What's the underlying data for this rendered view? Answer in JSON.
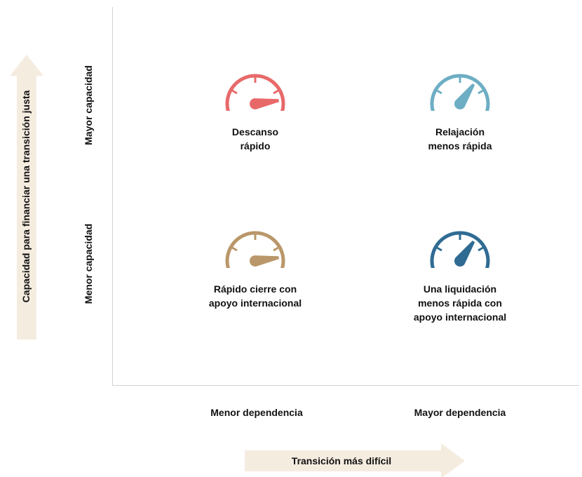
{
  "y_axis": {
    "title": "Capacidad para financiar una transición justa",
    "top_label": "Mayor capacidad",
    "bottom_label": "Menor capacidad"
  },
  "x_axis": {
    "title": "Transición más difícil",
    "left_label": "Menor dependencia",
    "right_label": "Mayor dependencia"
  },
  "arrow_color": "#f5ece0",
  "quadrants": [
    {
      "label": "Descanso\nrápido",
      "gauge_color": "#e8696a",
      "needle": "low"
    },
    {
      "label": "Relajación\nmenos rápida",
      "gauge_color": "#6daec4",
      "needle": "high"
    },
    {
      "label": "Rápido cierre con\napoyo internacional",
      "gauge_color": "#b9976a",
      "needle": "low"
    },
    {
      "label": "Una liquidación\nmenos rápida con\napoyo internacional",
      "gauge_color": "#2f6b93",
      "needle": "high"
    }
  ]
}
